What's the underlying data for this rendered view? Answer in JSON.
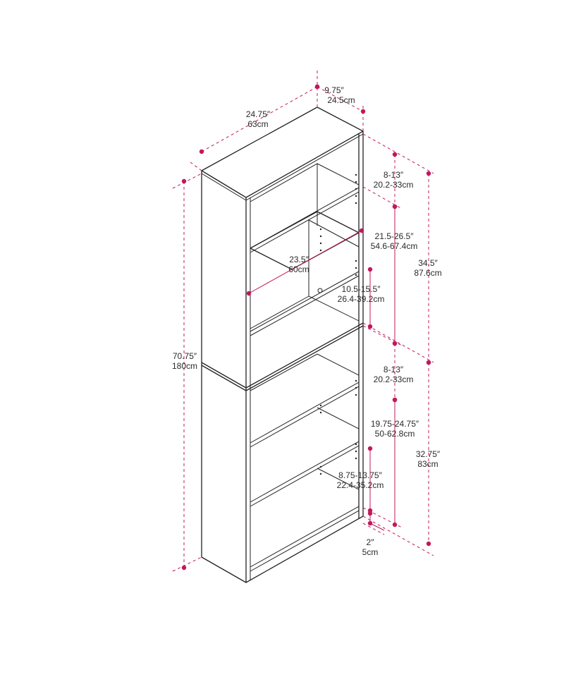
{
  "colors": {
    "accent": "#c2185b",
    "line": "#222222"
  },
  "dimensions": {
    "depth_in": "9.75″",
    "depth_cm": "24.5cm",
    "width_in": "24.75″",
    "width_cm": "63cm",
    "total_height_in": "70.75″",
    "total_height_cm": "180cm",
    "inner_width_in": "23.5″",
    "inner_width_cm": "60cm",
    "top_gap_in": "8-13″",
    "top_gap_cm": "20.2-33cm",
    "upper_middle_in": "21.5-26.5″",
    "upper_middle_cm": "54.6-67.4cm",
    "upper_unit_in": "34.5″",
    "upper_unit_cm": "87.6cm",
    "upper_shelf_in": "10.5-15.5″",
    "upper_shelf_cm": "26.4-39.2cm",
    "lower_top_gap_in": "8-13″",
    "lower_top_gap_cm": "20.2-33cm",
    "lower_middle_in": "19.75-24.75″",
    "lower_middle_cm": "50-62.8cm",
    "lower_unit_in": "32.75″",
    "lower_unit_cm": "83cm",
    "lower_shelf_in": "8.75-13.75″",
    "lower_shelf_cm": "22.4-35.2cm",
    "base_in": "2″",
    "base_cm": "5cm"
  }
}
